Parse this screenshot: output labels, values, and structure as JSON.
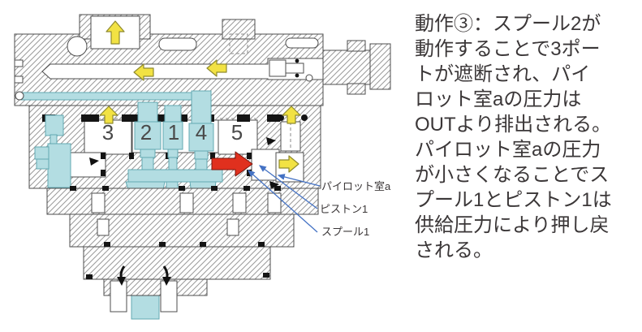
{
  "colors": {
    "passage_cyan": "#b3dde2",
    "arrow_yellow": "#f2e243",
    "arrow_yellow_outline": "#8f8a2e",
    "arrow_red": "#e0301e",
    "leader_blue": "#4472c4",
    "line_ink": "#4d4d4d",
    "hatch_gray": "#9a9a9a",
    "seal_black": "#141414",
    "text_gray": "#3b3738"
  },
  "diagram": {
    "chambers": [
      "3",
      "2",
      "1",
      "4",
      "5"
    ],
    "labels": {
      "pilot_chamber_a": "パイロット室a",
      "piston_1": "ピストン1",
      "spool_1": "スプール1"
    }
  },
  "description": {
    "lines": [
      "動作③：スプール2が",
      "動作することで3ポー",
      "トが遮断され、パイ",
      "ロット室aの圧力は",
      "OUTより排出される。",
      "パイロット室aの圧力",
      "が小さくなることでス",
      "プール1とピストン1は",
      "供給圧力により押し戻",
      "される。"
    ]
  }
}
